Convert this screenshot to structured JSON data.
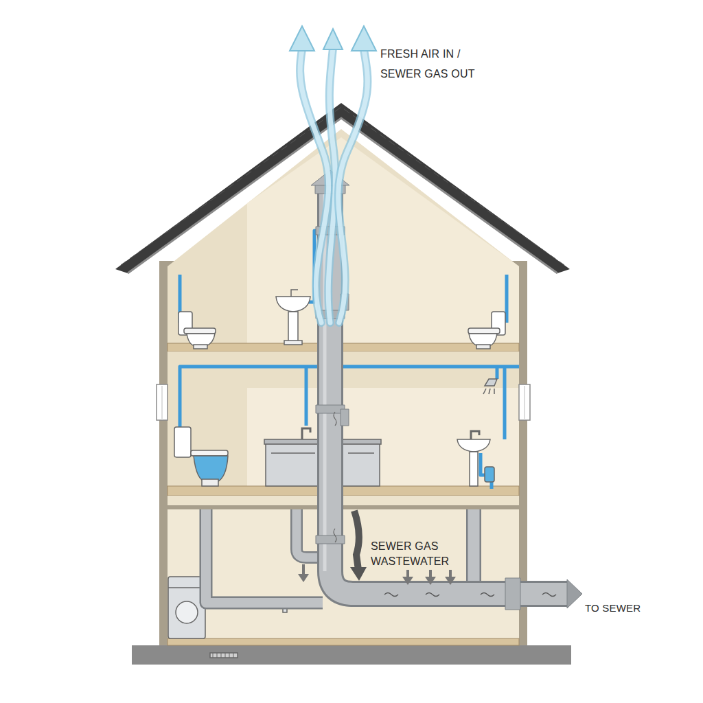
{
  "diagram": {
    "labels": [
      "FRESH AIR IN / SEWER GAS OUT",
      "SEWER GAS",
      "WASTEWATER",
      "TO SEWER"
    ]
  }
}
